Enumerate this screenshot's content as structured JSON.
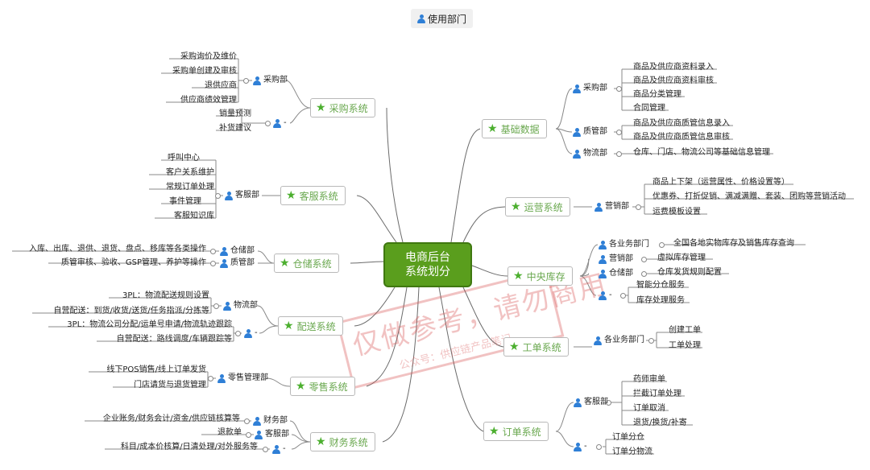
{
  "header": {
    "label": "使用部门"
  },
  "central": {
    "line1": "电商后台",
    "line2": "系统划分"
  },
  "topics": {
    "caigou": "采购系统",
    "kefu": "客服系统",
    "cangchu": "仓储系统",
    "peisong": "配送系统",
    "lingshou": "零售系统",
    "caiwu": "财务系统",
    "jichu": "基础数据",
    "yunying": "运营系统",
    "zhongyang": "中央库存",
    "gongdan": "工单系统",
    "dingdan": "订单系统"
  },
  "depts": {
    "caigou_bu": "采购部",
    "caigou_dash": "-",
    "kefu_bu": "客服部",
    "cangku_bu": "仓储部",
    "zhiguan_bu": "质管部",
    "wuliu_bu": "物流部",
    "peisong_dash": "-",
    "lingshou_bu": "零售管理部",
    "caiwu_bu": "财务部",
    "caiwu_kefu": "客服部",
    "caiwu_dash": "-",
    "jc_caigou": "采购部",
    "jc_zhiguan": "质管部",
    "jc_wuliu": "物流部",
    "yy_yingxiao": "营销部",
    "zy_gebumen": "各业务部门",
    "zy_yingxiao": "营销部",
    "zy_cangchu": "仓储部",
    "zy_dash": "-",
    "gd_gebumen": "各业务部门",
    "dd_kefu": "客服部",
    "dd_dash": "-"
  },
  "leaves": {
    "cg1": "采购询价及维价",
    "cg2": "采购单创建及审核",
    "cg3": "退供应商",
    "cg4": "供应商绩效管理",
    "cg5": "销量预测",
    "cg6": "补货建议",
    "kf1": "呼叫中心",
    "kf2": "客户关系维护",
    "kf3": "常规订单处理",
    "kf4": "事件管理",
    "kf5": "客服知识库",
    "cc1": "入库、出库、退供、退货、盘点、移库等各类操作",
    "cc2": "质管审核、验收、GSP管理、养护等操作",
    "ps1": "3PL：物流配送规则设置",
    "ps2": "自营配送：到货/收货/送货/任务指派/分拣等",
    "ps3": "3PL：物流公司分配/运单号申请/物流轨迹跟踪",
    "ps4": "自营配送：路线调度/车辆跟踪等",
    "ls1": "线下POS销售/线上订单发货",
    "ls2": "门店请货与退货管理",
    "cw1": "企业账务/财务会计/资金/供应链核算等",
    "cw2": "退款单",
    "cw3": "科目/成本价核算/日清处理/对外服务等",
    "jc1": "商品及供应商资料录入",
    "jc2": "商品及供应商资料审核",
    "jc3": "商品分类管理",
    "jc4": "合同管理",
    "jc5": "商品及供应商质管信息录入",
    "jc6": "商品及供应商质管信息审核",
    "jc7": "仓库、门店、物流公司等基础信息管理",
    "yy1": "商品上下架（运营属性、价格设置等）",
    "yy2": "优惠券、打折促销、满减满赠、套装、团购等营销活动",
    "yy3": "运费模板设置",
    "zy1": "全国各地实物库存及销售库存查询",
    "zy2": "虚拟库存管理",
    "zy3": "仓库发货规则配置",
    "zy4": "智能分仓服务",
    "zy5": "库存处理服务",
    "gd1": "创建工单",
    "gd2": "工单处理",
    "dd1": "药师审单",
    "dd2": "拦截订单处理",
    "dd3": "订单取消",
    "dd4": "退货/换货/补寄",
    "dd5": "订单分仓",
    "dd6": "订单分物流"
  },
  "watermark": {
    "main": "仅做参考，请勿商用",
    "sub": "公众号：供应链产品笔记"
  },
  "colors": {
    "central": "#5a9e1d",
    "topic_text": "#6aa84f",
    "star": "#4caf2f",
    "person": "#2f7fd6",
    "line": "#555555",
    "stamp": "#d65050"
  }
}
